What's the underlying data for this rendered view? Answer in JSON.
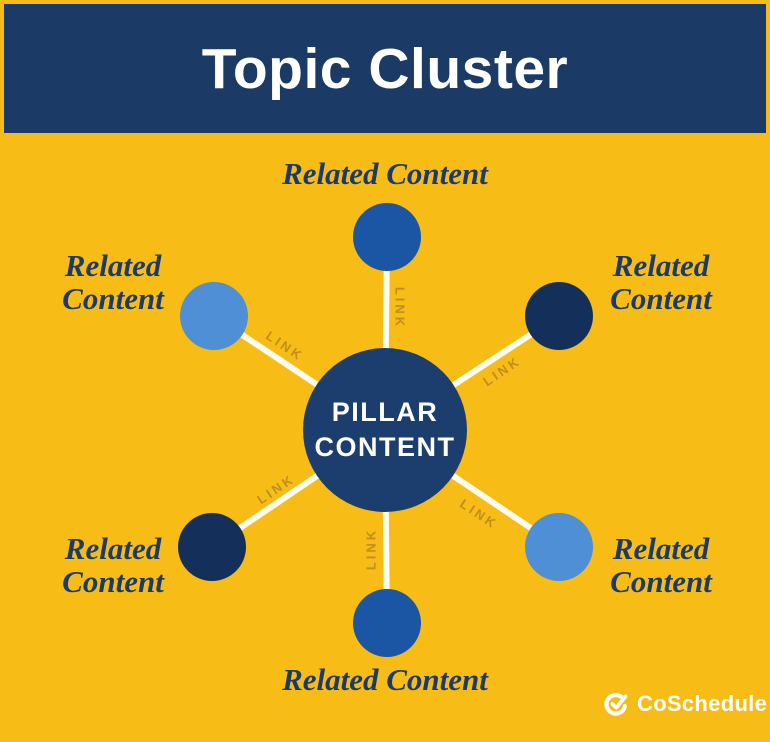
{
  "header": {
    "title": "Topic Cluster"
  },
  "pillar": {
    "label": "PILLAR\nCONTENT"
  },
  "link": {
    "label": "LINK"
  },
  "nodes": [
    {
      "position": "top",
      "label": "Related Content",
      "color": "#1B56A4"
    },
    {
      "position": "top-right",
      "label": "Related Content",
      "color": "#14305A"
    },
    {
      "position": "bottom-right",
      "label": "Related Content",
      "color": "#4E8FD5"
    },
    {
      "position": "bottom",
      "label": "Related Content",
      "color": "#1B56A4"
    },
    {
      "position": "bottom-left",
      "label": "Related Content",
      "color": "#14305A"
    },
    {
      "position": "top-left",
      "label": "Related Content",
      "color": "#4E8FD5"
    }
  ],
  "logo": {
    "text": "CoSchedule"
  },
  "colors": {
    "background": "#F7BD16",
    "banner": "#1B3A66",
    "pillar_circle": "#1C3E6F",
    "node_medium_blue": "#1B56A4",
    "node_dark_navy": "#14305A",
    "node_light_blue": "#4E8FD5",
    "connector_line": "#FFFCF0",
    "link_text": "#BE8E1E",
    "label_text": "#1B3A66",
    "title_text": "#FFFFFF",
    "logo_text": "#FFFFFF"
  }
}
